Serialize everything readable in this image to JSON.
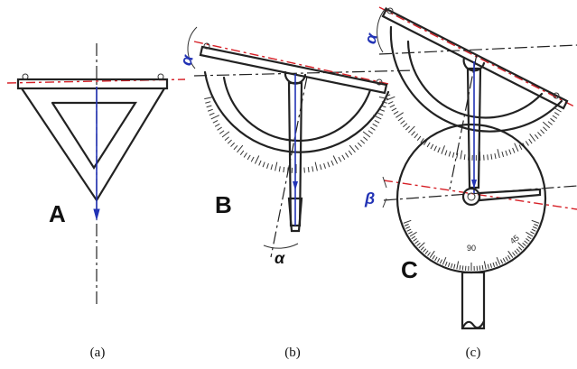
{
  "captions": {
    "a": "(a)",
    "b": "(b)",
    "c": "(c)"
  },
  "labels": {
    "A": "A",
    "B": "B",
    "C": "C",
    "alpha": "α",
    "beta": "β",
    "dial_90": "90",
    "dial_45": "45"
  },
  "colors": {
    "ink": "#222222",
    "reference_line": "#d61f26",
    "plumb_line": "#2233b5"
  }
}
